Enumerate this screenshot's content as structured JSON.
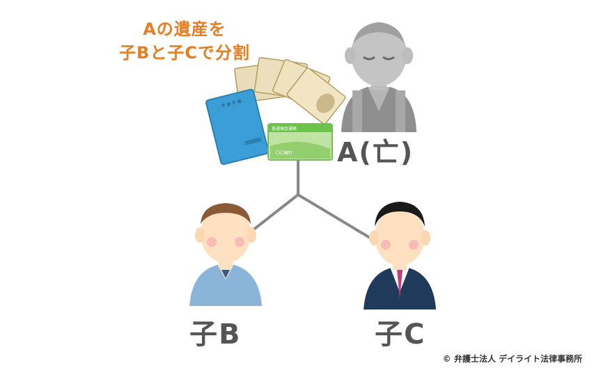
{
  "title": {
    "line1": "Aの遺産を",
    "line2": "子Bと子Cで分割",
    "color": "#e67e22"
  },
  "people": {
    "deceased_label": "A(亡)",
    "child_b_label": "子B",
    "child_c_label": "子C"
  },
  "assets": {
    "passbook_title": "年 金 手 帳",
    "card_title": "普通預金通帳",
    "card_bank": "〇〇銀行"
  },
  "colors": {
    "line": "#888888",
    "label": "#555555"
  },
  "copyright": "© 弁護士法人 デイライト法律事務所"
}
